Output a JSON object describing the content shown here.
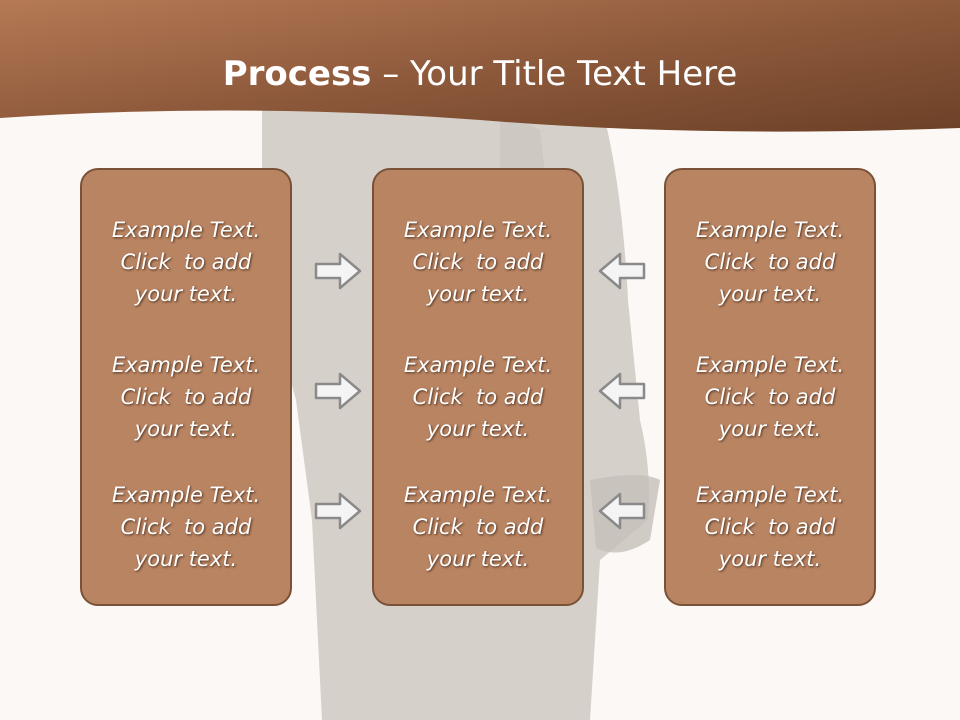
{
  "title": {
    "bold": "Process",
    "rest": " – Your Title Text Here"
  },
  "columns": [
    {
      "items": [
        {
          "lines": [
            "Example Text.",
            "Click  to add",
            "your text."
          ]
        },
        {
          "lines": [
            "Example Text.",
            "Click  to add",
            "your text."
          ]
        },
        {
          "lines": [
            "Example Text.",
            "Click  to add",
            "your text."
          ]
        }
      ]
    },
    {
      "items": [
        {
          "lines": [
            "Example Text.",
            "Click  to add",
            "your text."
          ]
        },
        {
          "lines": [
            "Example Text.",
            "Click  to add",
            "your text."
          ]
        },
        {
          "lines": [
            "Example Text.",
            "Click  to add",
            "your text."
          ]
        }
      ]
    },
    {
      "items": [
        {
          "lines": [
            "Example Text.",
            "Click  to add",
            "your text."
          ]
        },
        {
          "lines": [
            "Example Text.",
            "Click  to add",
            "your text."
          ]
        },
        {
          "lines": [
            "Example Text.",
            "Click  to add",
            "your text."
          ]
        }
      ]
    }
  ],
  "arrows": {
    "left_group": "arrow-right-icon",
    "right_group": "arrow-left-icon"
  },
  "colors": {
    "header": "#8a5638",
    "box_fill": "#b98462",
    "box_border": "#7a5238",
    "arrow_fill": "#f4f4f4",
    "arrow_stroke": "#8a8a8a"
  }
}
